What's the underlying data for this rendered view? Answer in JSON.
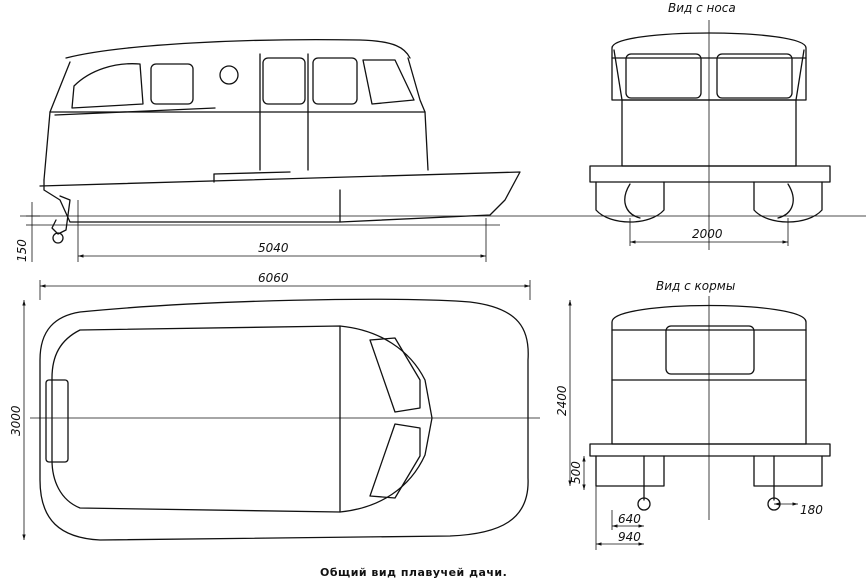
{
  "labels": {
    "view_bow": "Вид с носа",
    "view_stern": "Вид с кормы",
    "caption": "Общий вид плавучей дачи."
  },
  "dimensions": {
    "side_length": "5040",
    "draft": "150",
    "total_length": "6060",
    "width": "3000",
    "bow_width": "2000",
    "height": "2400",
    "stern_height": "500",
    "stern_640": "640",
    "stern_940": "940",
    "stern_180": "180"
  }
}
